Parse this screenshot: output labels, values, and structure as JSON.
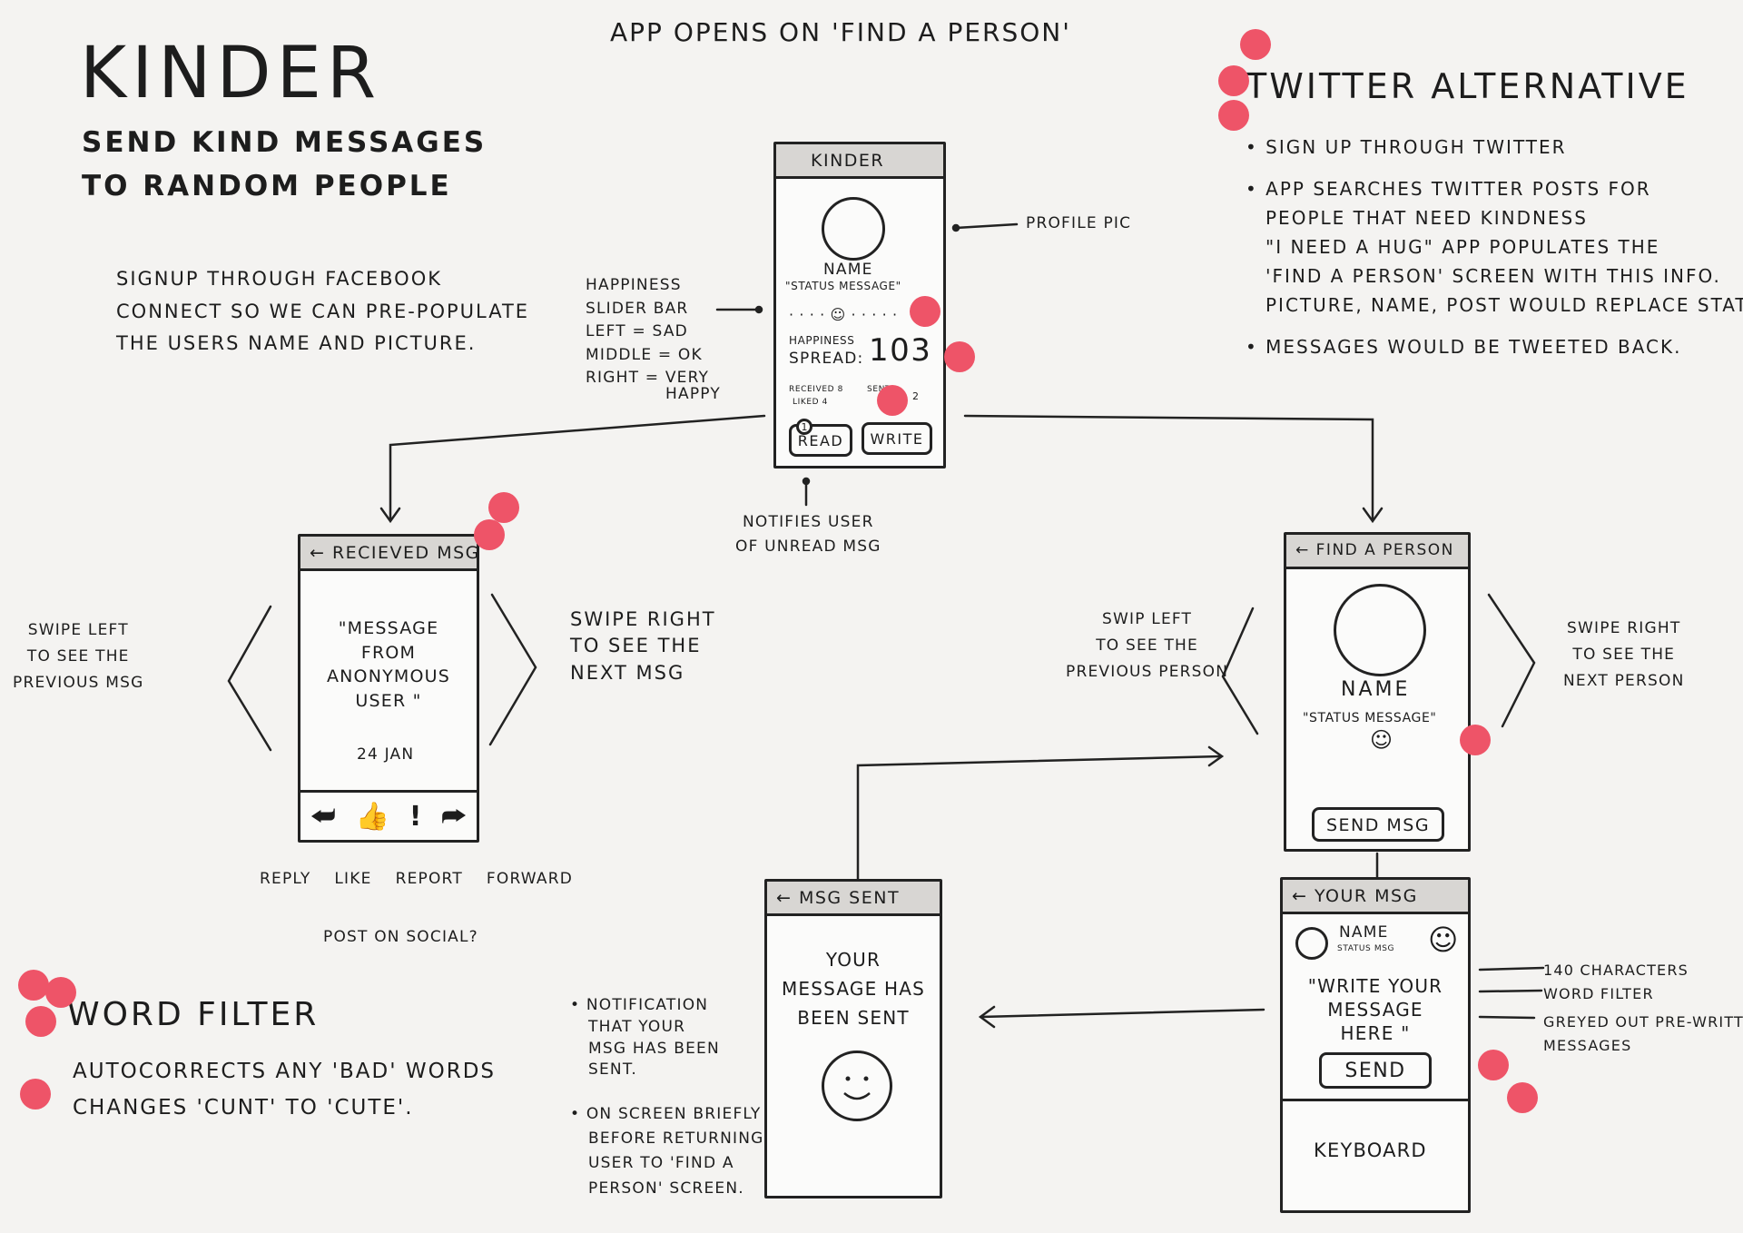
{
  "app": {
    "title": "KINDER",
    "tagline_line1": "SEND KIND MESSAGES",
    "tagline_line2": "TO RANDOM PEOPLE"
  },
  "header_note": "APP OPENS ON 'FIND A PERSON'",
  "signup_note": {
    "line1": "SIGNUP THROUGH FACEBOOK",
    "line2": "CONNECT SO WE CAN PRE-POPULATE",
    "line3": "THE USERS NAME AND PICTURE."
  },
  "twitter": {
    "heading": "TWITTER ALTERNATIVE",
    "bullet1": "SIGN UP THROUGH TWITTER",
    "bullet2_line1": "APP SEARCHES TWITTER POSTS FOR",
    "bullet2_line2": "PEOPLE THAT NEED KINDNESS",
    "bullet2_line3": "\"I NEED A HUG\" APP POPULATES THE",
    "bullet2_line4": "'FIND A PERSON' SCREEN WITH THIS INFO.",
    "bullet2_line5": "PICTURE, NAME, POST WOULD REPLACE STATUS.",
    "bullet3": "MESSAGES WOULD BE TWEETED BACK."
  },
  "main_screen": {
    "header": "KINDER",
    "name": "NAME",
    "status": "\"STATUS MESSAGE\"",
    "slider": "· · · · ☺ · · · · ·",
    "spread_label_1": "HAPPINESS",
    "spread_label_2": "SPREAD:",
    "spread_value": "103",
    "stats_left": "RECEIVED 8",
    "stats_mid": "SENT",
    "stats_right": "2",
    "stats_small": "LIKED 4",
    "read_button": "READ",
    "write_button": "WRITE",
    "badge": "1"
  },
  "annotations": {
    "profile_pic": "PROFILE PIC",
    "slider_1": "HAPPINESS",
    "slider_2": "SLIDER BAR",
    "slider_3": "LEFT = SAD",
    "slider_4": "MIDDLE = OK",
    "slider_5": "RIGHT = VERY",
    "slider_6": "HAPPY",
    "notifies_1": "NOTIFIES USER",
    "notifies_2": "OF UNREAD MSG"
  },
  "received_screen": {
    "header": "← RECIEVED MSG",
    "msg_1": "\"MESSAGE",
    "msg_2": "FROM",
    "msg_3": "ANONYMOUS",
    "msg_4": "USER \"",
    "date": "24 JAN",
    "icons": [
      "reply-icon",
      "thumbs-up-icon",
      "exclamation-icon",
      "forward-icon"
    ],
    "labels": [
      "REPLY",
      "LIKE",
      "REPORT",
      "FORWARD"
    ],
    "post_social": "POST ON SOCIAL?",
    "swipe_left_1": "SWIPE LEFT",
    "swipe_left_2": "TO SEE THE",
    "swipe_left_3": "PREVIOUS MSG",
    "swipe_right_1": "SWIPE RIGHT",
    "swipe_right_2": "TO SEE THE",
    "swipe_right_3": "NEXT MSG"
  },
  "find_screen": {
    "header": "← FIND A PERSON",
    "name": "NAME",
    "status": "\"STATUS MESSAGE\"",
    "smiley": "☺",
    "send_button": "SEND MSG",
    "swipe_left_1": "SWIP LEFT",
    "swipe_left_2": "TO SEE THE",
    "swipe_left_3": "PREVIOUS PERSON",
    "swipe_right_1": "SWIPE RIGHT",
    "swipe_right_2": "TO SEE THE",
    "swipe_right_3": "NEXT PERSON"
  },
  "your_msg_screen": {
    "header": "← YOUR MSG",
    "name": "NAME",
    "status": "STATUS MSG",
    "smiley": "☺",
    "write_1": "\"WRITE YOUR",
    "write_2": "MESSAGE",
    "write_3": "HERE \"",
    "send_button": "SEND",
    "keyboard": "KEYBOARD",
    "note_1": "140 CHARACTERS",
    "note_2": "WORD FILTER",
    "note_3": "GREYED OUT PRE-WRITTEN",
    "note_4": "MESSAGES"
  },
  "sent_screen": {
    "header": "← MSG SENT",
    "msg_1": "YOUR",
    "msg_2": "MESSAGE HAS",
    "msg_3": "BEEN SENT",
    "notif_1": "NOTIFICATION",
    "notif_2": "THAT YOUR",
    "notif_3": "MSG HAS BEEN",
    "notif_4": "SENT.",
    "brief_1": "ON SCREEN BRIEFLY",
    "brief_2": "BEFORE RETURNING",
    "brief_3": "USER TO 'FIND A",
    "brief_4": "PERSON' SCREEN."
  },
  "word_filter": {
    "heading": "WORD FILTER",
    "line1": "AUTOCORRECTS ANY 'BAD' WORDS",
    "line2": "CHANGES 'CUNT' TO 'CUTE'."
  },
  "colors": {
    "dot": "#ee5468",
    "ink": "#1d1d1d",
    "paper": "#f4f3f1",
    "bar": "#d8d6d3"
  }
}
